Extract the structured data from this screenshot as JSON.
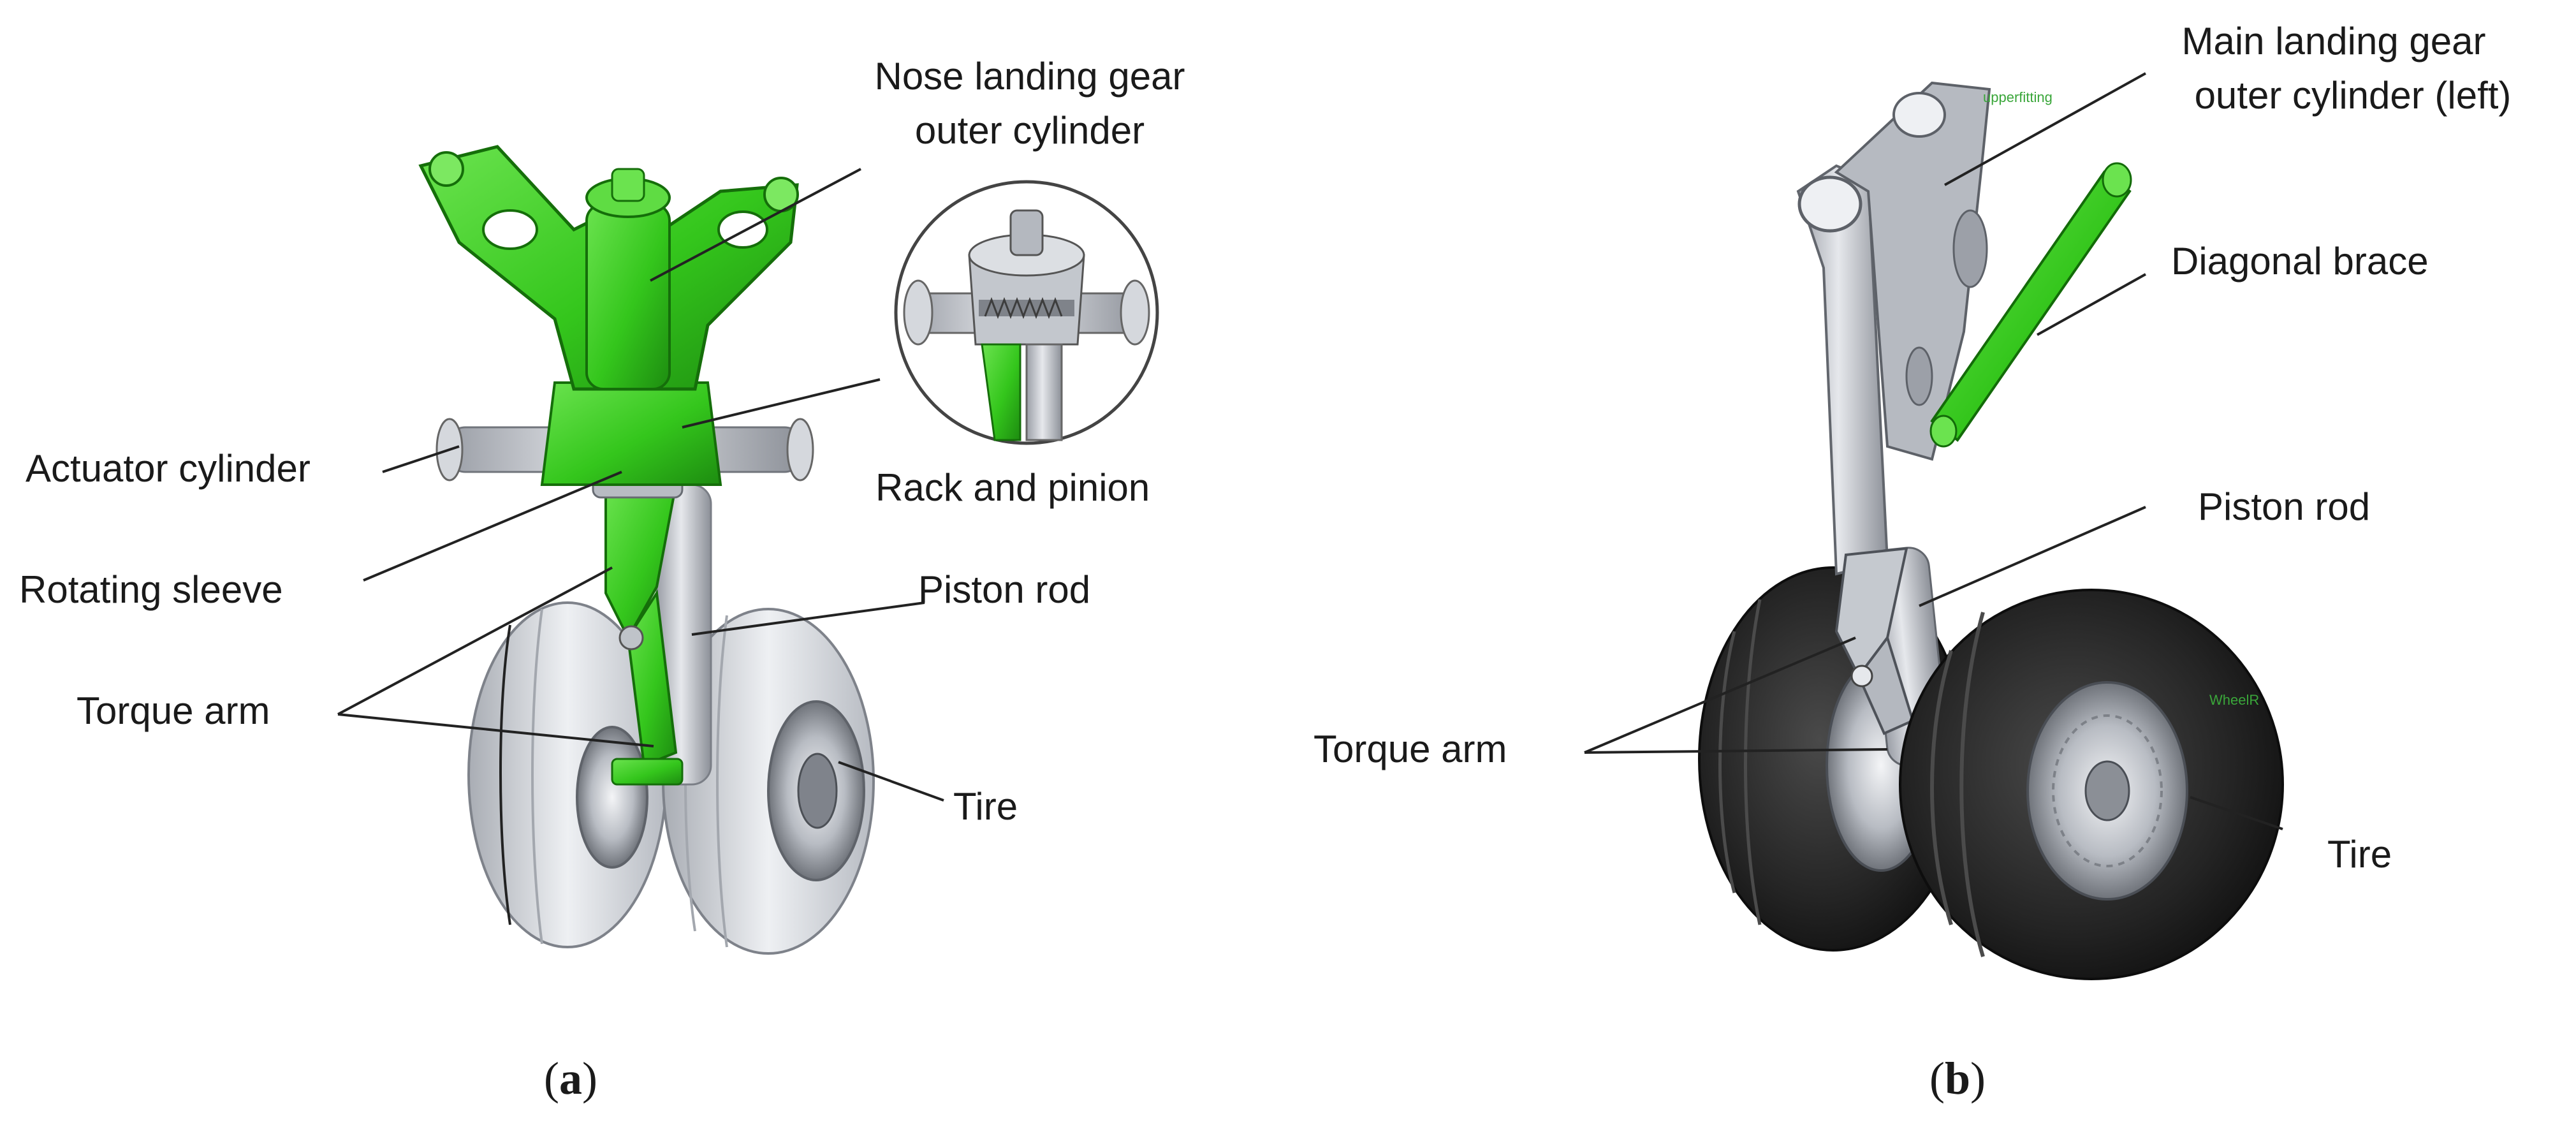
{
  "panel_a": {
    "caption_letter": "a",
    "labels": {
      "nose_outer_cylinder_l1": "Nose landing gear",
      "nose_outer_cylinder_l2": "outer cylinder",
      "actuator_cylinder": "Actuator cylinder",
      "rack_and_pinion": "Rack and pinion",
      "rotating_sleeve": "Rotating sleeve",
      "piston_rod": "Piston rod",
      "torque_arm": "Torque arm",
      "tire": "Tire"
    }
  },
  "panel_b": {
    "caption_letter": "b",
    "labels": {
      "main_outer_cylinder_l1": "Main landing gear",
      "main_outer_cylinder_l2": "outer cylinder (left)",
      "diagonal_brace": "Diagonal brace",
      "piston_rod": "Piston rod",
      "torque_arm": "Torque arm",
      "tire": "Tire"
    },
    "cad_tags": {
      "fitting": "upperfitting",
      "wheel_right": "WheelR"
    }
  },
  "colors": {
    "green_part": "#3ccf24",
    "green_dark": "#1f8f12",
    "gray_part": "#c9ccd2",
    "gray_dark": "#8a8e96",
    "tire_light": "#dfe2e7",
    "tire_dark": "#2b2b2b",
    "text": "#1a1a1a"
  }
}
